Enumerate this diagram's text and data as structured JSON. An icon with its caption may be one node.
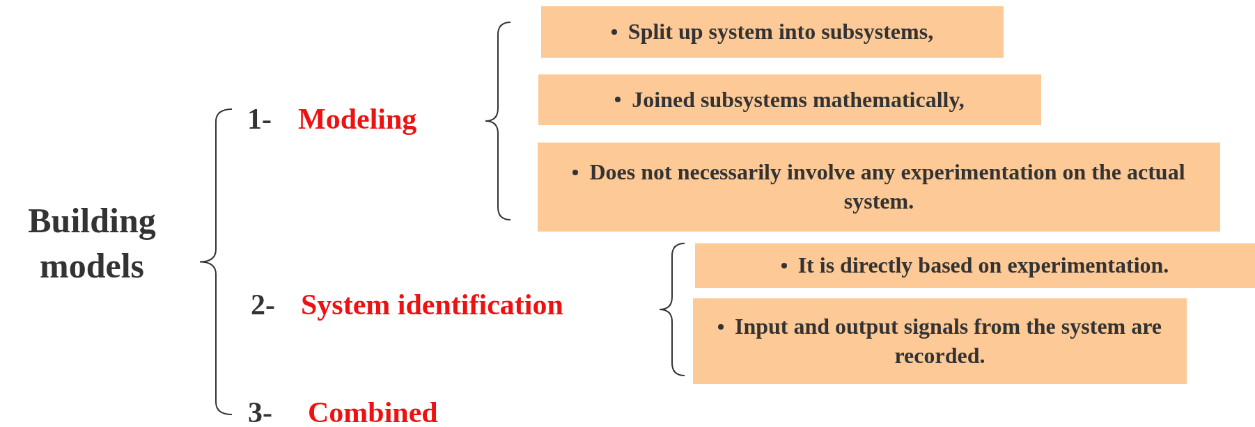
{
  "diagram": {
    "nodes": [
      {
        "text": [
          "Split up system into subsystems,"
        ]
      },
      {
        "text": [
          "Joined subsystems mathematically,"
        ]
      },
      {
        "text": [
          "Does not necessarily involve any experimentation on the actual system."
        ]
      },
      {
        "text": [
          "It is directly based on experimentation."
        ]
      },
      {
        "text": [
          "Input and output signals from the system are recorded."
        ]
      }
    ],
    "labels": [
      "Building models",
      "1-",
      "Modeling",
      "2-",
      "System identification",
      "3-",
      "Combined"
    ]
  }
}
